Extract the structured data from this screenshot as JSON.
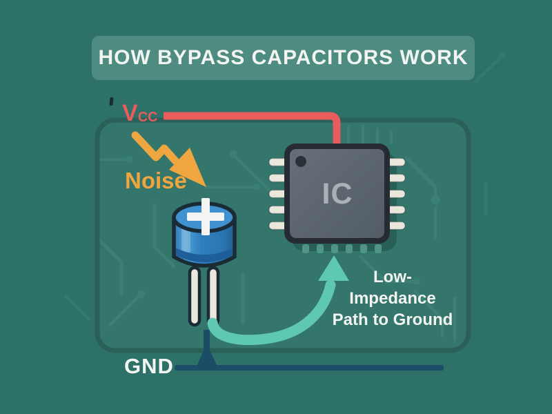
{
  "title_banner": {
    "text": "HOW BYPASS CAPACITORS WORK"
  },
  "labels": {
    "vcc": {
      "main": "V",
      "sub": "CC"
    },
    "noise": "Noise",
    "ic": "IC",
    "low_impedance": {
      "line1": "Low-",
      "line2": "Impedance",
      "line3": "Path to Ground"
    },
    "gnd": "GND"
  },
  "icons": {
    "noise_arrow": "lightning-zigzag-arrow",
    "bypass_path_arrow": "curved-up-arrow",
    "capacitor": "electrolytic-capacitor",
    "ic_chip": "ic-chip",
    "vcc_wire": "power-rail-wire",
    "gnd_rail": "ground-rail",
    "background": "pcb-circuit-traces"
  },
  "colors": {
    "bg": "#2E7168",
    "border": "#2A6058",
    "banner": "#4E8C82",
    "white": "#F3F5F2",
    "red": "#E85C5B",
    "orange": "#F0A640",
    "trace": "#3D8277",
    "navy": "#1C4D66",
    "arrow": "#5EC8B2",
    "capblue": "#2E7EBD",
    "captop": "#3F92CF",
    "band": "#1E5E99",
    "outline": "#1A2B36",
    "pin": "#EAE7DD",
    "chipborder": "#262B32",
    "chipbody": "#5B666F",
    "ictext": "#A9B0B6",
    "stub": "#4F9486"
  }
}
